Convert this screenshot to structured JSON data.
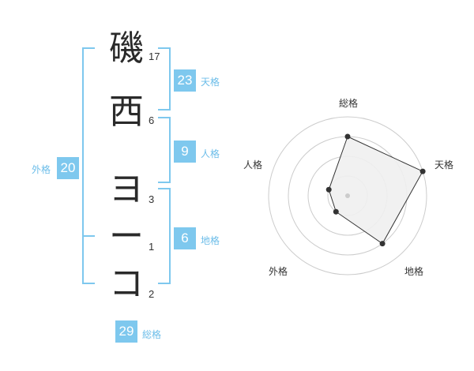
{
  "name_chars": [
    {
      "char": "磯",
      "strokes": "17"
    },
    {
      "char": "西",
      "strokes": "6"
    },
    {
      "char": "ヨ",
      "strokes": "3"
    },
    {
      "char": "ー",
      "strokes": "1"
    },
    {
      "char": "コ",
      "strokes": "2"
    }
  ],
  "kakusu": {
    "tenkaku": {
      "value": "23",
      "label": "天格"
    },
    "jinkaku": {
      "value": "9",
      "label": "人格"
    },
    "chikaku": {
      "value": "6",
      "label": "地格"
    },
    "gaikaku": {
      "value": "20",
      "label": "外格"
    },
    "soukaku": {
      "value": "29",
      "label": "総格"
    }
  },
  "radar": {
    "axes": [
      "総格",
      "天格",
      "地格",
      "外格",
      "人格"
    ],
    "values": [
      0.75,
      1.0,
      0.75,
      0.25,
      0.25
    ],
    "rings": 4,
    "accent": "#7ec8ee",
    "fill": "#f0f0f0"
  }
}
